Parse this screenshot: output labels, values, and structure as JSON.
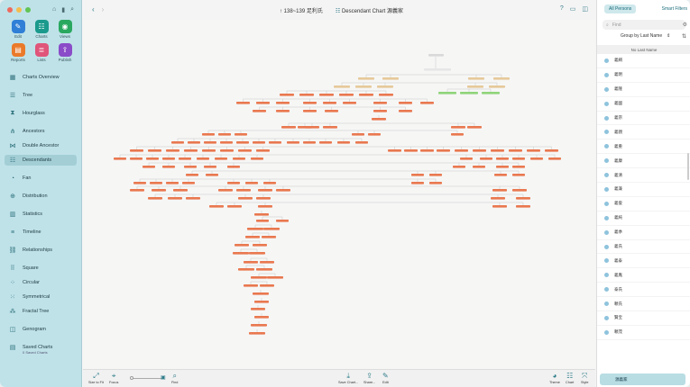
{
  "window": {
    "breadcrumb_left": "138~139 足利氏",
    "breadcrumb_right": "Descendant Chart 源義家"
  },
  "sidebar": {
    "apps": [
      {
        "label": "Edit",
        "icon": "pencil-icon",
        "color": "#2f7fd6"
      },
      {
        "label": "Charts",
        "icon": "chart-icon",
        "color": "#1a9a8c"
      },
      {
        "label": "Views",
        "icon": "eye-icon",
        "color": "#2aa860"
      },
      {
        "label": "Reports",
        "icon": "report-icon",
        "color": "#ea7a2a"
      },
      {
        "label": "Lists",
        "icon": "list-icon",
        "color": "#e0557a"
      },
      {
        "label": "Publish",
        "icon": "publish-icon",
        "color": "#8a4cc8"
      }
    ],
    "nav": [
      {
        "label": "Charts Overview",
        "icon": "grid-icon"
      },
      {
        "label": "Tree",
        "icon": "tree-icon"
      },
      {
        "label": "Hourglass",
        "icon": "hourglass-icon"
      },
      {
        "label": "Ancestors",
        "icon": "ancestors-icon"
      },
      {
        "label": "Double Ancestor",
        "icon": "double-ancestor-icon"
      },
      {
        "label": "Descendants",
        "icon": "descendants-icon"
      },
      {
        "label": "Fan",
        "icon": "fan-icon"
      },
      {
        "label": "Distribution",
        "icon": "distribution-icon"
      },
      {
        "label": "Statistics",
        "icon": "statistics-icon"
      },
      {
        "label": "Timeline",
        "icon": "timeline-icon"
      },
      {
        "label": "Relationships",
        "icon": "relationships-icon"
      },
      {
        "label": "Square",
        "icon": "square-icon"
      },
      {
        "label": "Circular",
        "icon": "circular-icon"
      },
      {
        "label": "Symmetrical",
        "icon": "symmetrical-icon"
      },
      {
        "label": "Fractal Tree",
        "icon": "fractal-tree-icon"
      },
      {
        "label": "Genogram",
        "icon": "genogram-icon"
      },
      {
        "label": "Saved Charts",
        "icon": "saved-charts-icon",
        "sub": "0 Saved Charts"
      }
    ],
    "active": "Descendants"
  },
  "bottombar": {
    "size_to_fit": "Size to Fit",
    "focus": "Focus",
    "find": "Find",
    "save_chart": "Save Chart...",
    "share": "Share...",
    "edit": "Edit",
    "theme": "Theme",
    "chart": "Chart",
    "style": "Style"
  },
  "rpanel": {
    "all_persons": "All Persons",
    "smart_filters": "Smart Filters",
    "find_placeholder": "Find",
    "group_by": "Group by Last Name",
    "list_header": "No Last Name",
    "persons": [
      "義綱",
      "義明",
      "義隆",
      "義國",
      "義宗",
      "義親",
      "義重",
      "義康",
      "義清",
      "義兼",
      "義俊",
      "義純",
      "義季",
      "義氏",
      "義泰",
      "義胤",
      "泰氏",
      "頼氏",
      "賢宝",
      "頼茂"
    ],
    "selected": "源義家"
  },
  "colors": {
    "sidebar_bg": "#bfe2e8",
    "accent": "#2e7d8a",
    "node_orange": "#e9784f",
    "node_green": "#8fd47a",
    "node_tan": "#e6c99a"
  }
}
